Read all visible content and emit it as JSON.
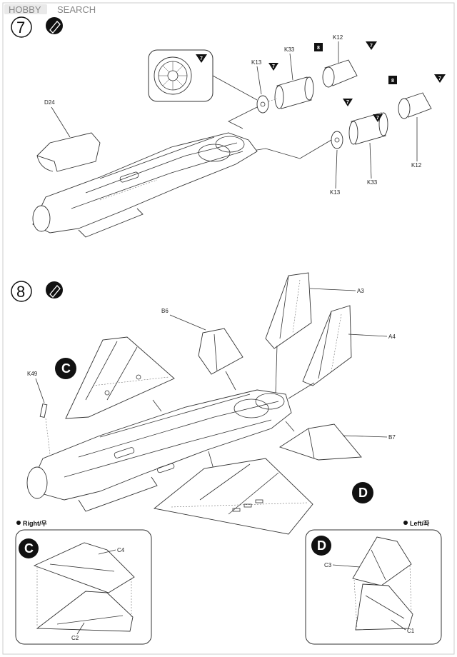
{
  "watermark": {
    "logo_text": "HOBBY",
    "text": "SEARCH"
  },
  "step7": {
    "number": "7",
    "paint_badge": "7",
    "labels": {
      "d24": "D24",
      "k13_top": "K13",
      "k33_top": "K33",
      "k12_top": "K12",
      "k12_bottom": "K12",
      "k13_bottom": "K13",
      "k33_bottom": "K33"
    },
    "color_badges": [
      "7",
      "8",
      "7",
      "7",
      "8",
      "7",
      "7"
    ]
  },
  "step8": {
    "number": "8",
    "labels": {
      "a3": "A3",
      "a4": "A4",
      "b6": "B6",
      "b7": "B7",
      "k49": "K49"
    },
    "callout_c": "C",
    "callout_d": "D"
  },
  "detail_right": {
    "title": "Right",
    "title_korean": "우",
    "callout": "C",
    "labels": {
      "c4": "C4",
      "c2": "C2"
    }
  },
  "detail_left": {
    "title": "Left",
    "title_korean": "좌",
    "callout": "D",
    "labels": {
      "c3": "C3",
      "c1": "C1"
    }
  }
}
